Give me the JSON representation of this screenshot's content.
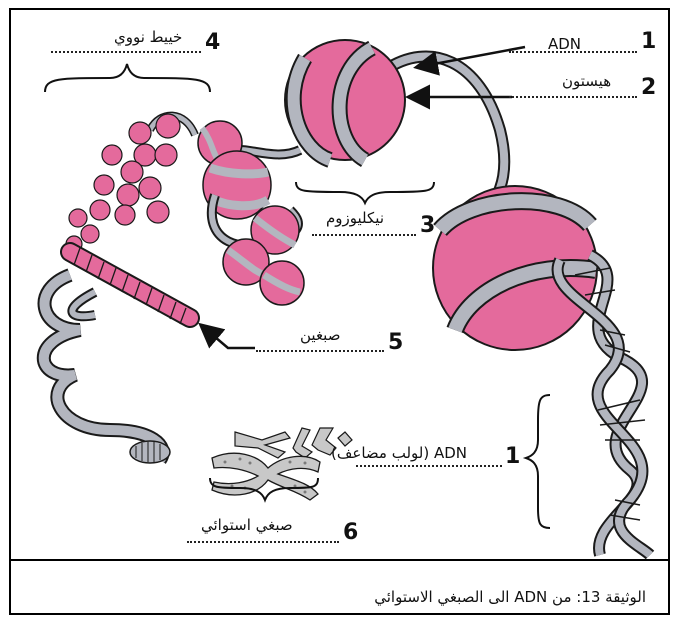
{
  "labels": {
    "adn": "ADN",
    "histone": "هيستون",
    "nucleosome": "نيكليوزوم",
    "nuclear_thread": "خييط نووي",
    "chromatin": "صبغين",
    "adn_double_helix": "ADN (لولب مضاعف)",
    "metaphase_chromosome": "صبغي استوائي"
  },
  "numbers": {
    "n1_top": "1",
    "n2": "2",
    "n3": "3",
    "n4": "4",
    "n5": "5",
    "n1_bottom": "1",
    "n6": "6"
  },
  "caption": "الوثيقة 13: من ADN الى الصبغي الاستوائي",
  "colors": {
    "histone_pink": "#e46a9c",
    "dna_gray": "#b3b6bf",
    "outline": "#1a1a1a"
  }
}
